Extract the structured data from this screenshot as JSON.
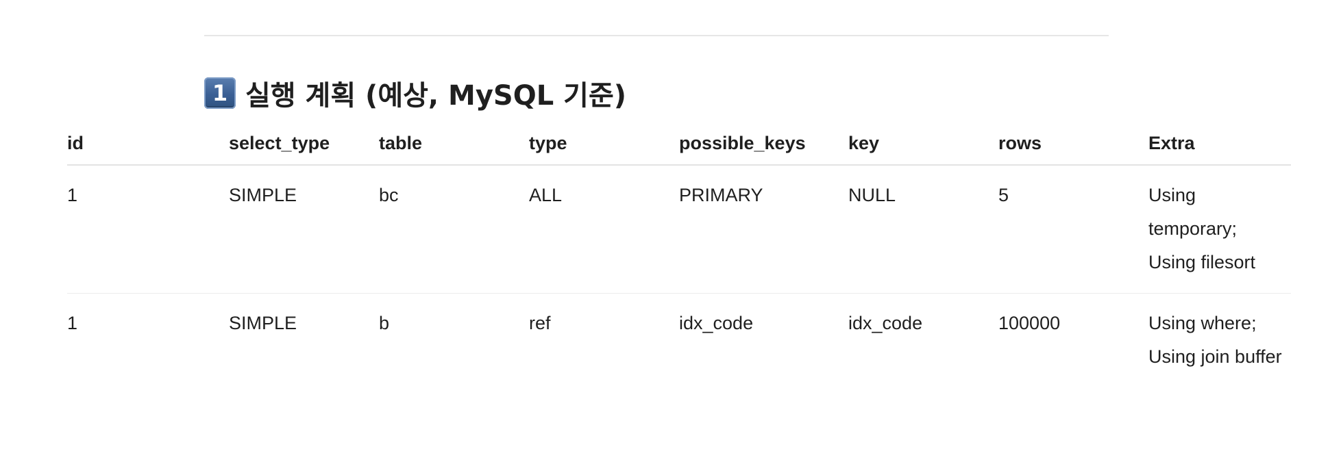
{
  "heading": {
    "badge": "1",
    "title": "실행 계획 (예상, MySQL 기준)"
  },
  "table": {
    "columns": [
      "id",
      "select_type",
      "table",
      "type",
      "possible_keys",
      "key",
      "rows",
      "Extra"
    ],
    "rows": [
      [
        "1",
        "SIMPLE",
        "bc",
        "ALL",
        "PRIMARY",
        "NULL",
        "5",
        "Using temporary; Using filesort"
      ],
      [
        "1",
        "SIMPLE",
        "b",
        "ref",
        "idx_code",
        "idx_code",
        "100000",
        "Using where; Using join buffer"
      ]
    ]
  }
}
